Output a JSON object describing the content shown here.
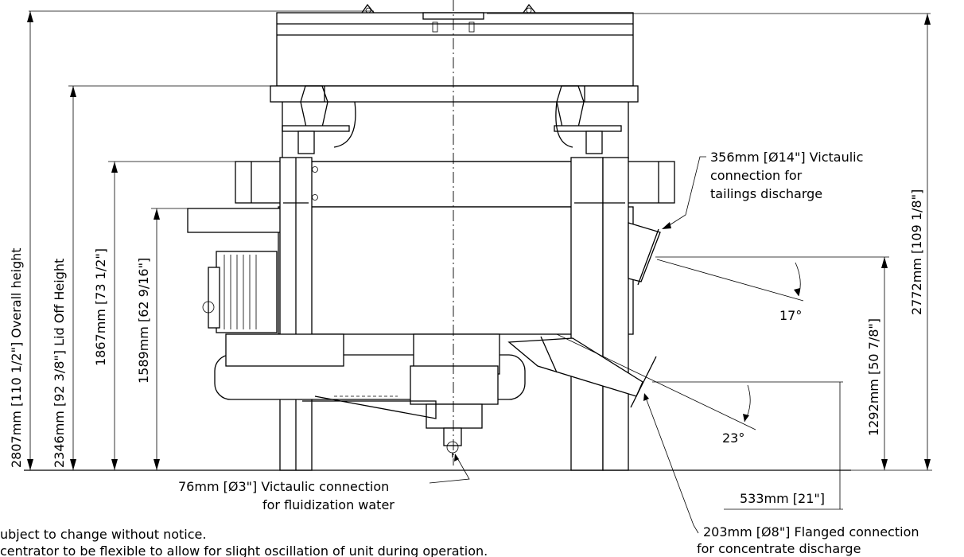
{
  "dimensions": {
    "overall_height": "2807mm [110 1/2\"] Overall height",
    "lid_off_height": "2346mm [92 3/8\"] Lid Off Height",
    "height_1867": "1867mm [73 1/2\"]",
    "height_1589": "1589mm [62 9/16\"]",
    "height_2772": "2772mm [109 1/8\"]",
    "height_1292": "1292mm [50 7/8\"]",
    "width_533": "533mm [21\"]",
    "angle_17": "17°",
    "angle_23": "23°"
  },
  "callouts": {
    "tailings": [
      "356mm [Ø14\"] Victaulic",
      "connection for",
      "tailings discharge"
    ],
    "fluidization": [
      "76mm [Ø3\"] Victaulic connection",
      "for fluidization water"
    ],
    "concentrate": [
      "203mm [Ø8\"] Flanged connection",
      "for concentrate discharge"
    ]
  },
  "notes": [
    "ubject to change without notice.",
    "centrator to be flexible to allow for slight oscillation of unit during operation."
  ]
}
